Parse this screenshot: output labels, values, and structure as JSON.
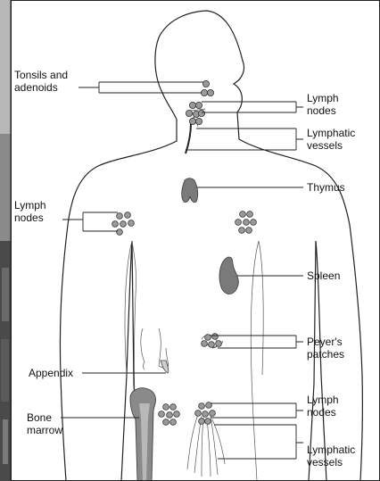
{
  "labels": {
    "tonsils": [
      "Tonsils and",
      "adenoids"
    ],
    "neck_nodes": [
      "Lymph",
      "nodes"
    ],
    "neck_vessels": [
      "Lymphatic",
      "vessels"
    ],
    "thymus": [
      "Thymus"
    ],
    "arm_nodes": [
      "Lymph",
      "nodes"
    ],
    "spleen": [
      "Spleen"
    ],
    "peyers": [
      "Peyer's",
      "patches"
    ],
    "appendix": [
      "Appendix"
    ],
    "bone_marrow": [
      "Bone",
      "marrow"
    ],
    "groin_nodes": [
      "Lymph",
      "nodes"
    ],
    "leg_vessels": [
      "Lymphatic",
      "vessels"
    ]
  },
  "colors": {
    "background": "#ffffff",
    "body_fill": "#ffffff",
    "outline": "#222222",
    "node": "#9a9a9a",
    "organ": "#7a7a7a",
    "left_photo_strip": "#6e6e6e"
  }
}
